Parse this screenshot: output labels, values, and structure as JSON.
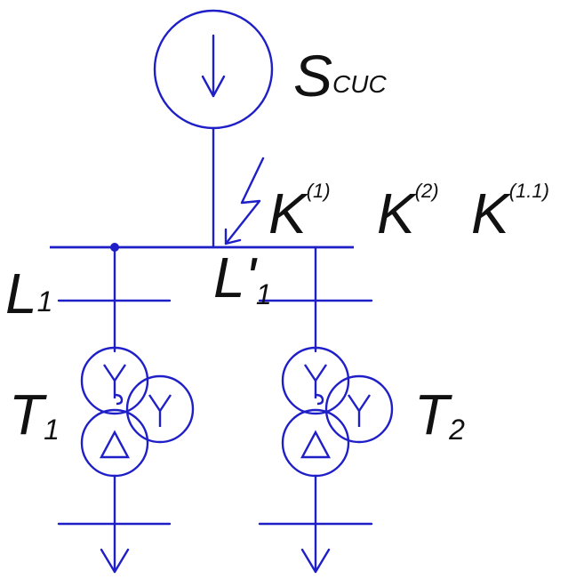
{
  "labels": {
    "source": {
      "main": "S",
      "sub": "CUC"
    },
    "fault_1": {
      "main": "K",
      "sup": "(1)"
    },
    "fault_2": {
      "main": "K",
      "sup": "(2)"
    },
    "fault_3": {
      "main": "K",
      "sup": "(1.1)"
    },
    "line_1": {
      "main": "L",
      "sub": "1"
    },
    "line_2": {
      "main": "L'",
      "sub": "1"
    },
    "transformer_1": {
      "main": "T",
      "sub": "1"
    },
    "transformer_2": {
      "main": "T",
      "sub": "2"
    }
  },
  "colors": {
    "diagram": "#1f1fc8",
    "text": "#111111",
    "background": "#ffffff"
  },
  "icons": {
    "source": "power-source-icon",
    "fault": "lightning-icon",
    "transformer": "three-winding-transformer-icon",
    "load": "load-arrow-icon"
  }
}
